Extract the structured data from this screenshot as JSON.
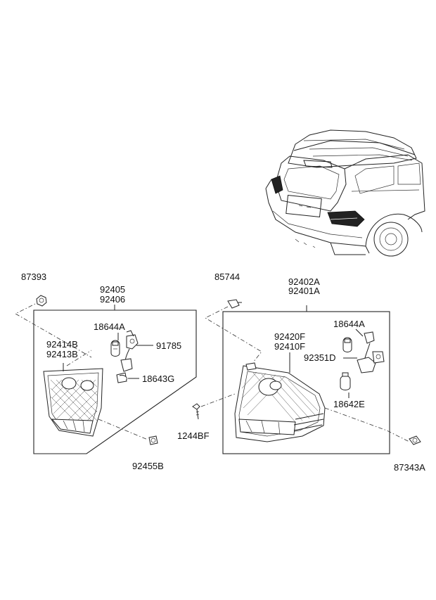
{
  "labels": {
    "p87393": "87393",
    "p92405": "92405",
    "p92406": "92406",
    "p18644A_left": "18644A",
    "p92414B": "92414B",
    "p92413B": "92413B",
    "p91785": "91785",
    "p18643G": "18643G",
    "p92455B": "92455B",
    "p85744": "85744",
    "p92402A": "92402A",
    "p92401A": "92401A",
    "p18644A_right": "18644A",
    "p92420F": "92420F",
    "p92410F": "92410F",
    "p92351D": "92351D",
    "p18642E": "18642E",
    "p1244BF": "1244BF",
    "p87343A": "87343A"
  },
  "colors": {
    "line": "#222222",
    "lamp_dark": "#222222",
    "fill_gray": "#b8b8b8",
    "background": "#ffffff"
  }
}
